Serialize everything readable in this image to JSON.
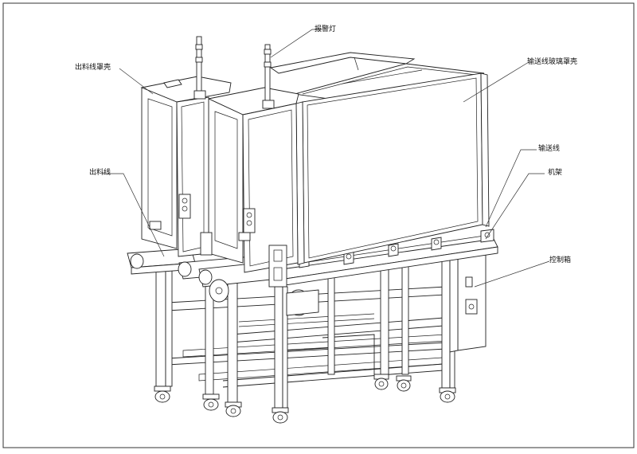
{
  "labels": {
    "alarm_lamp": "报警灯",
    "outfeed_cover": "出料线罩壳",
    "conveyor_glass_cover": "输送线玻璃罩壳",
    "conveyor_line": "输送线",
    "outfeed_line": "出料线",
    "frame": "机架",
    "control_box": "控制箱"
  }
}
